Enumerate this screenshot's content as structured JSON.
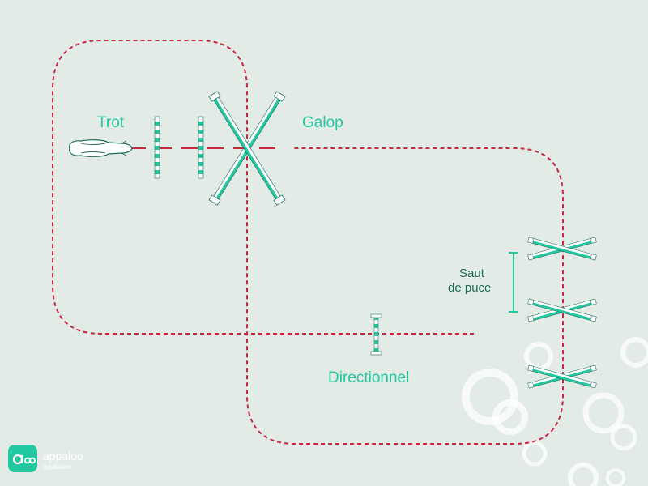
{
  "diagram": {
    "labels": {
      "trot": "Trot",
      "galop": "Galop",
      "saut_de_puce_line1": "Saut",
      "saut_de_puce_line2": "de puce",
      "directionnel": "Directionnel"
    }
  },
  "brand": {
    "name": "appaloo",
    "tagline": "equitation"
  },
  "colors": {
    "background": "#e3ebe7",
    "track": "#c8283f",
    "pole": "#22c9a0",
    "pole_stripe": "#ffffff",
    "horse_outline": "#1a6b57",
    "decor_rings": "#ffffff",
    "logo_bg": "#22c9a0"
  },
  "icons": {
    "horse": "horse-topview-icon",
    "logo": "appaloo-logo-icon"
  }
}
